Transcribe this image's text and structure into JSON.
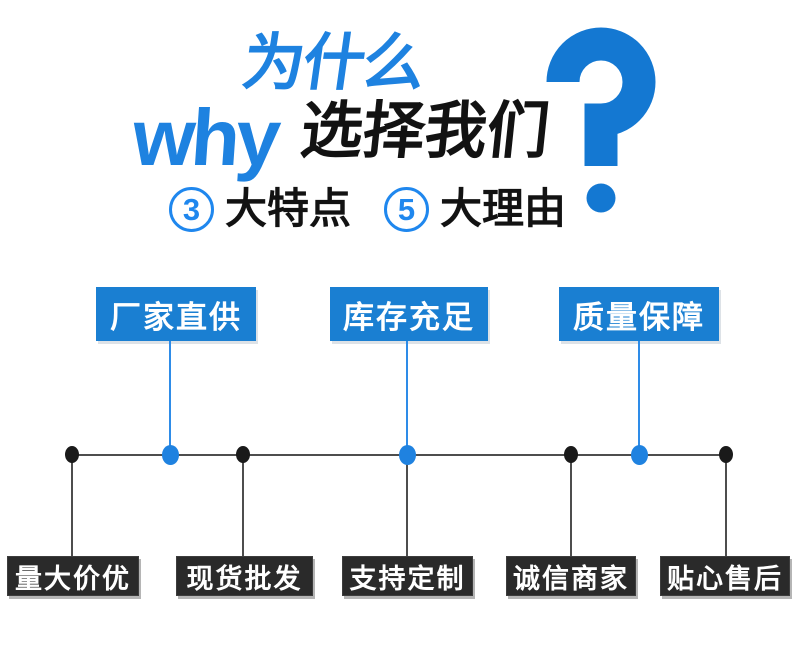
{
  "header": {
    "title_cn_top": "为什么",
    "title_en": "why",
    "title_cn_main": "选择我们",
    "question_mark": "?",
    "badges": [
      {
        "number": "3",
        "label": "大特点"
      },
      {
        "number": "5",
        "label": "大理由"
      }
    ]
  },
  "features": [
    {
      "label": "厂家直供"
    },
    {
      "label": "库存充足"
    },
    {
      "label": "质量保障"
    }
  ],
  "reasons": [
    {
      "label": "量大价优"
    },
    {
      "label": "现货批发"
    },
    {
      "label": "支持定制"
    },
    {
      "label": "诚信商家"
    },
    {
      "label": "贴心售后"
    }
  ],
  "colors": {
    "blue_primary": "#1a7fd2",
    "blue_bright": "#1f87ee",
    "blue_text": "#1e82e0",
    "dark_box": "#2a2a2a",
    "line_dark": "#4d4d4d",
    "dot_dark": "#1a1a1a",
    "text_dark": "#121212",
    "background": "#ffffff"
  }
}
